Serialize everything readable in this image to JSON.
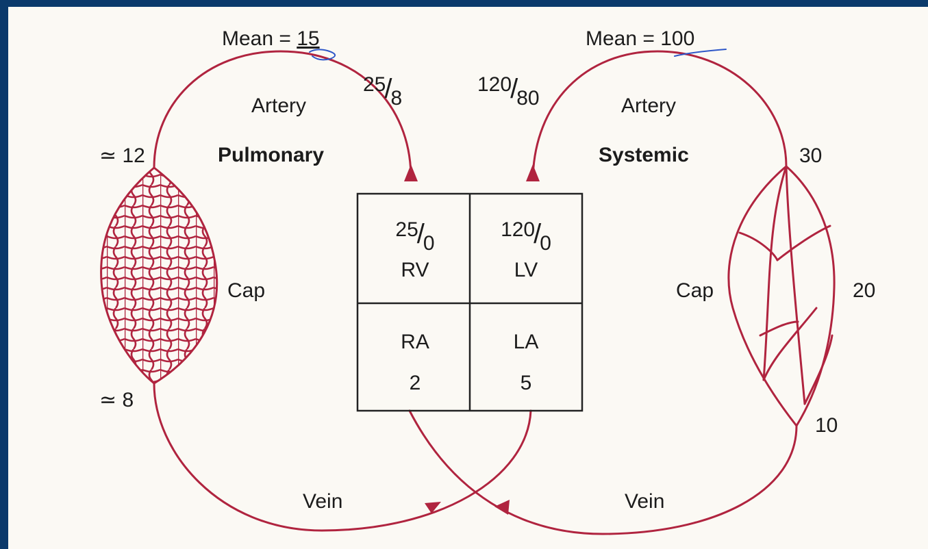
{
  "diagram": {
    "colors": {
      "background": "#0b3a6b",
      "paper": "#fbf9f4",
      "vessel": "#b0243f",
      "text": "#1c1c1c",
      "annotation": "#2e57c8"
    },
    "pulmonary": {
      "mean_label": "Mean =",
      "mean_value": "15",
      "artery_label": "Artery",
      "circuit_label": "Pulmonary",
      "artery_pressure": {
        "systolic": "25",
        "diastolic": "8"
      },
      "pre_cap_pressure": "≃ 12",
      "post_cap_pressure": "≃ 8",
      "cap_label": "Cap",
      "vein_label": "Vein"
    },
    "systemic": {
      "mean_label": "Mean =",
      "mean_value": "100",
      "artery_label": "Artery",
      "circuit_label": "Systemic",
      "artery_pressure": {
        "systolic": "120",
        "diastolic": "80"
      },
      "pre_cap_pressure": "30",
      "mid_cap_pressure": "20",
      "post_cap_pressure": "10",
      "cap_label": "Cap",
      "vein_label": "Vein"
    },
    "heart": {
      "rv": {
        "label": "RV",
        "systolic": "25",
        "diastolic": "0"
      },
      "lv": {
        "label": "LV",
        "systolic": "120",
        "diastolic": "0"
      },
      "ra": {
        "label": "RA",
        "value": "2"
      },
      "la": {
        "label": "LA",
        "value": "5"
      }
    }
  }
}
